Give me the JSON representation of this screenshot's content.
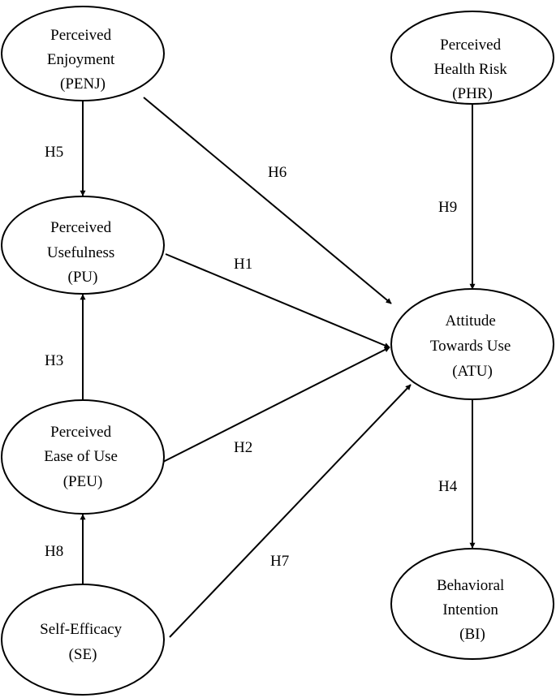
{
  "nodes": {
    "penj": {
      "lines": [
        "Perceived",
        "Enjoyment",
        "(PENJ)"
      ]
    },
    "pu": {
      "lines": [
        "Perceived",
        "Usefulness",
        "(PU)"
      ]
    },
    "peu": {
      "lines": [
        "Perceived",
        "Ease of Use",
        "(PEU)"
      ]
    },
    "se": {
      "lines": [
        "Self-Efficacy",
        "(SE)"
      ]
    },
    "phr": {
      "lines": [
        "Perceived",
        "Health Risk",
        "(PHR)"
      ]
    },
    "atu": {
      "lines": [
        "Attitude",
        "Towards Use",
        "(ATU)"
      ]
    },
    "bi": {
      "lines": [
        "Behavioral",
        "Intention",
        "(BI)"
      ]
    }
  },
  "edges": {
    "h1": {
      "label": "H1",
      "from": "pu",
      "to": "atu"
    },
    "h2": {
      "label": "H2",
      "from": "peu",
      "to": "atu"
    },
    "h3": {
      "label": "H3",
      "from": "peu",
      "to": "pu"
    },
    "h4": {
      "label": "H4",
      "from": "atu",
      "to": "bi"
    },
    "h5": {
      "label": "H5",
      "from": "penj",
      "to": "pu"
    },
    "h6": {
      "label": "H6",
      "from": "penj",
      "to": "atu"
    },
    "h7": {
      "label": "H7",
      "from": "se",
      "to": "atu"
    },
    "h8": {
      "label": "H8",
      "from": "se",
      "to": "peu"
    },
    "h9": {
      "label": "H9",
      "from": "phr",
      "to": "atu"
    }
  }
}
